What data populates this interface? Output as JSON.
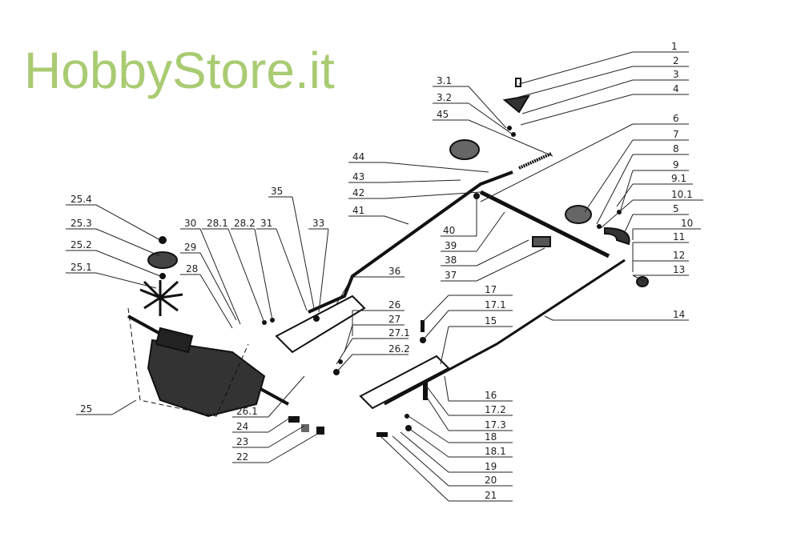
{
  "diagram": {
    "watermark": "HobbyStore.it",
    "part_labels": [
      "1",
      "2",
      "3",
      "4",
      "6",
      "7",
      "8",
      "9",
      "9.1",
      "10.1",
      "5",
      "10",
      "11",
      "12",
      "13",
      "14",
      "3.1",
      "3.2",
      "45",
      "44",
      "43",
      "42",
      "41",
      "40",
      "39",
      "38",
      "37",
      "35",
      "31",
      "33",
      "28.2",
      "28.1",
      "30",
      "29",
      "28",
      "25.4",
      "25.3",
      "25.2",
      "25.1",
      "36",
      "26",
      "27",
      "27.1",
      "26.2",
      "26.1",
      "24",
      "23",
      "22",
      "25",
      "17",
      "17.1",
      "15",
      "16",
      "17.2",
      "17.3",
      "18",
      "18.1",
      "19",
      "20",
      "21"
    ]
  }
}
